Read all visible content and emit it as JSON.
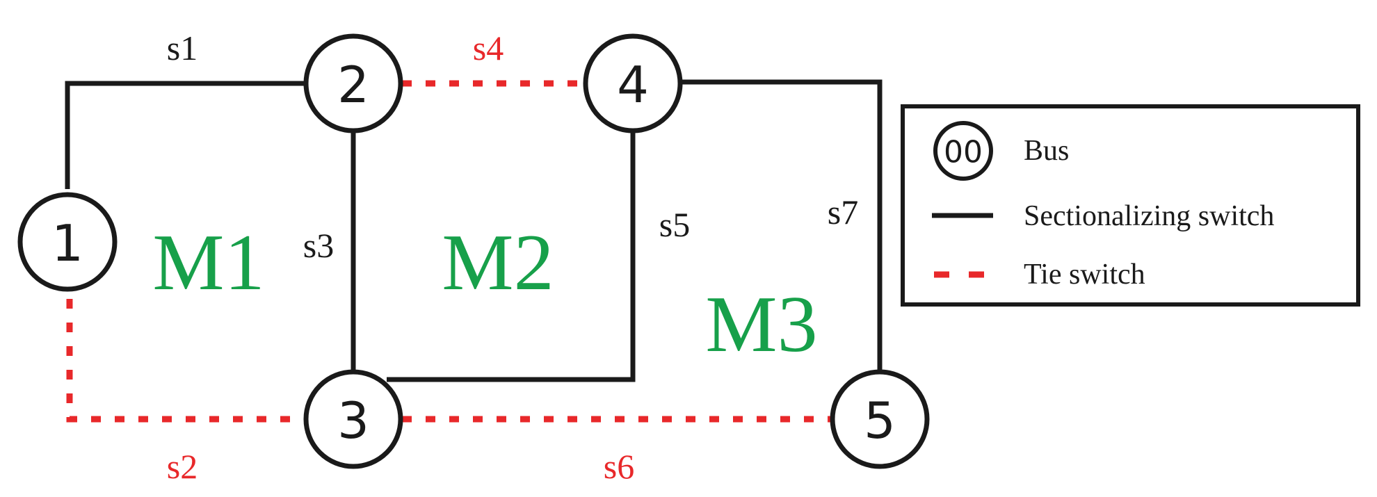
{
  "colors": {
    "line": "#1a1a1a",
    "tie": "#e8282a",
    "mesh": "#17a04a"
  },
  "buses": [
    "1",
    "2",
    "3",
    "4",
    "5"
  ],
  "switches": {
    "s1": "s1",
    "s2": "s2",
    "s3": "s3",
    "s4": "s4",
    "s5": "s5",
    "s6": "s6",
    "s7": "s7"
  },
  "meshes": [
    "M1",
    "M2",
    "M3"
  ],
  "legend": {
    "bus_symbol": "00",
    "bus_label": "Bus",
    "sectionalizing_label": "Sectionalizing switch",
    "tie_label": "Tie switch"
  }
}
